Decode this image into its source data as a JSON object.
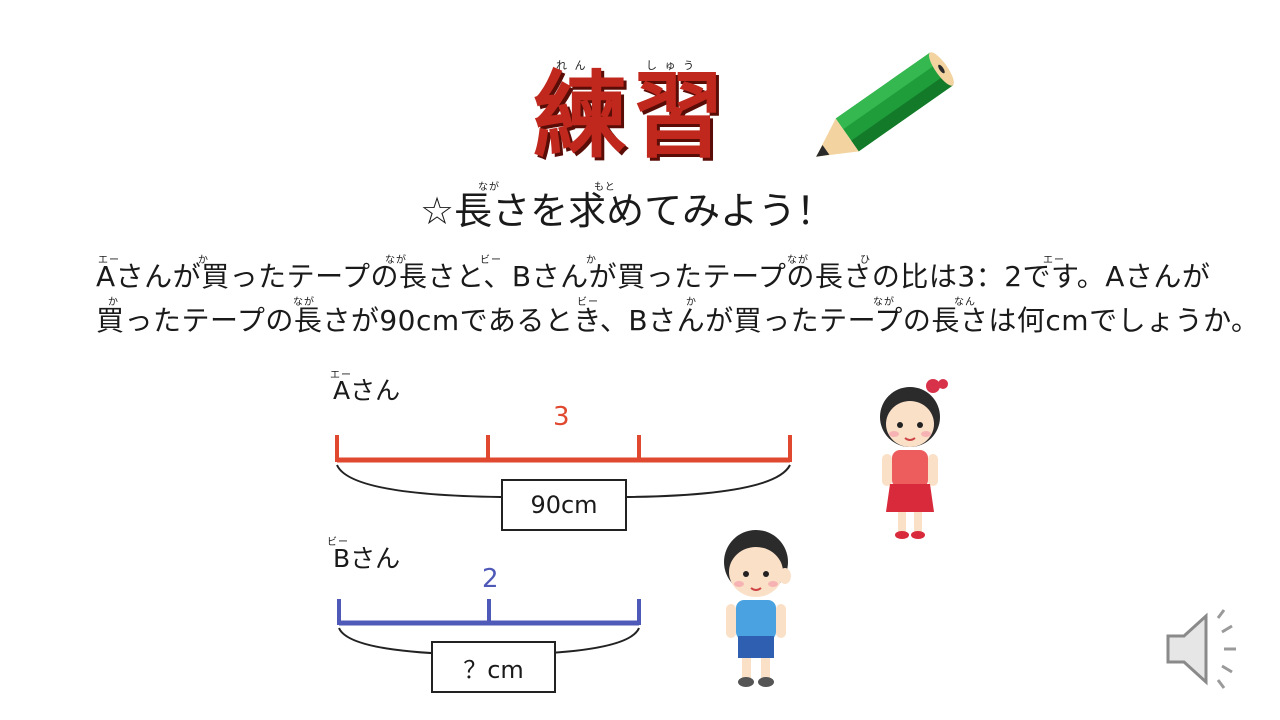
{
  "header": {
    "title": "練習",
    "title_ruby": "れん しゅう",
    "subtitle": "☆長さを求めてみよう！",
    "subtitle_ruby_1": "なが",
    "subtitle_ruby_2": "もと"
  },
  "problem": {
    "line1": "Aさんが買ったテープの長さと、Bさんが買ったテープの長さの比は3：2です。Aさんが",
    "line2": "買ったテープの長さが90cmであるとき、Bさんが買ったテープの長さは何cmでしょうか。",
    "ruby_line1": [
      "エー",
      "か",
      "なが",
      "ビー",
      "か",
      "なが",
      "ひ",
      "エー"
    ],
    "ruby_line2": [
      "か",
      "なが",
      "ビー",
      "か",
      "なが",
      "なん"
    ]
  },
  "diagram": {
    "a": {
      "ruby": "エー",
      "label": "Aさん",
      "ratio": "3",
      "box": "90cm",
      "color": "#e0482f"
    },
    "b": {
      "ruby": "ビー",
      "label": "Bさん",
      "ratio": "2",
      "box": "？cm",
      "color": "#4f5ab8"
    }
  },
  "icons": {
    "pencil": "pencil-icon",
    "girl": "girl-icon",
    "boy": "boy-icon",
    "speaker": "speaker-icon"
  }
}
